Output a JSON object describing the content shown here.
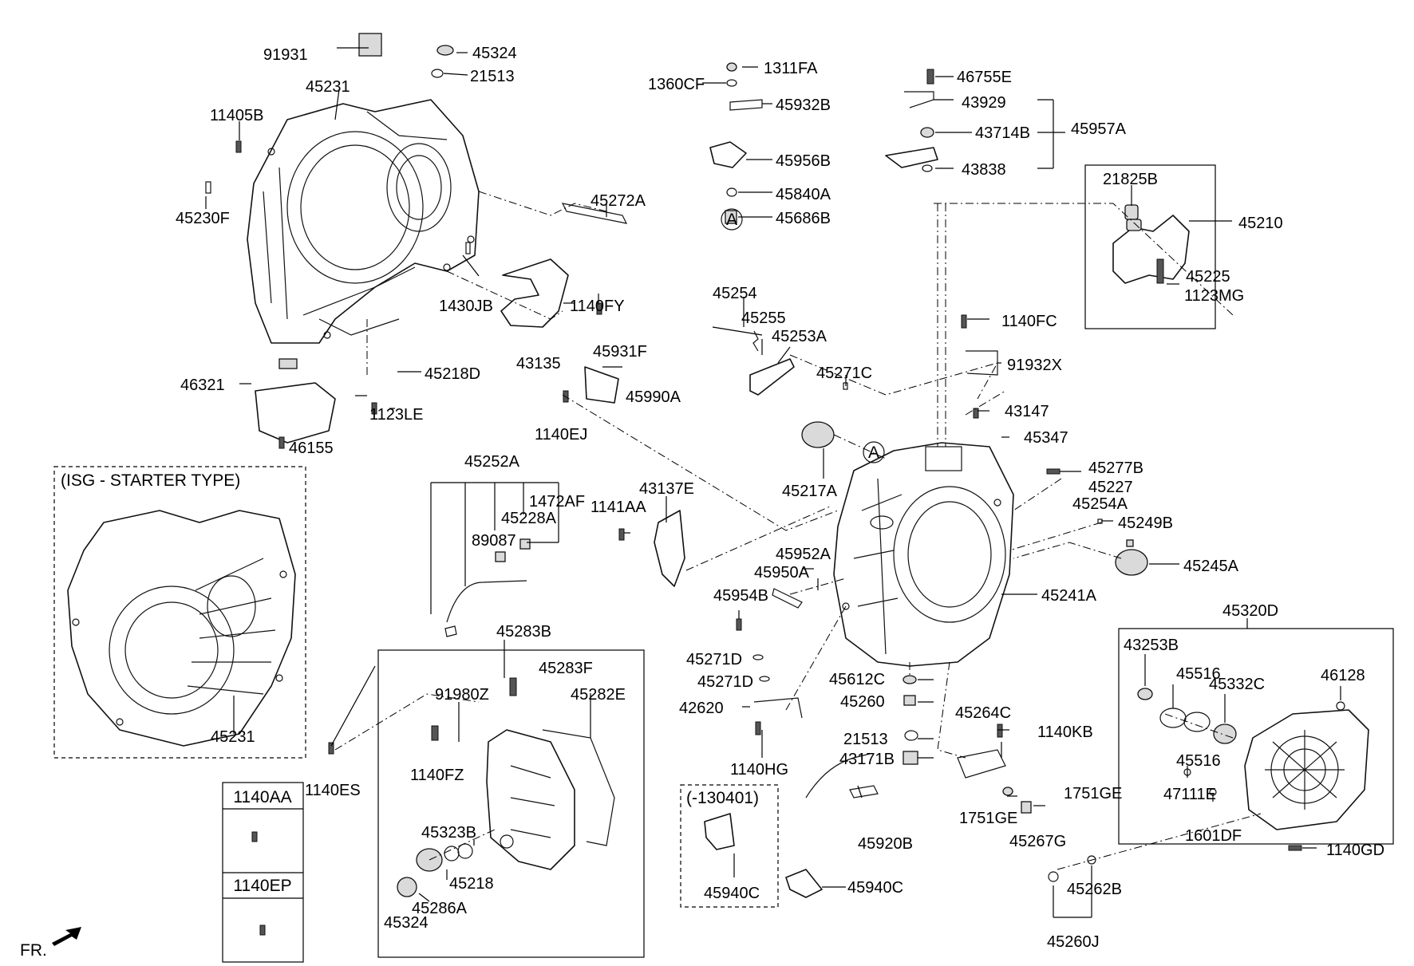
{
  "diagram": {
    "parts": [
      {
        "id": "91931",
        "label": "91931"
      },
      {
        "id": "45324-top",
        "label": "45324"
      },
      {
        "id": "21513-top",
        "label": "21513"
      },
      {
        "id": "45231-main",
        "label": "45231"
      },
      {
        "id": "11405B",
        "label": "11405B"
      },
      {
        "id": "45230F",
        "label": "45230F"
      },
      {
        "id": "45272A",
        "label": "45272A"
      },
      {
        "id": "1430JB",
        "label": "1430JB"
      },
      {
        "id": "1140FY",
        "label": "1140FY"
      },
      {
        "id": "43135",
        "label": "43135"
      },
      {
        "id": "45931F",
        "label": "45931F"
      },
      {
        "id": "46321",
        "label": "46321"
      },
      {
        "id": "45218D",
        "label": "45218D"
      },
      {
        "id": "1123LE",
        "label": "1123LE"
      },
      {
        "id": "45990A",
        "label": "45990A"
      },
      {
        "id": "1140EJ",
        "label": "1140EJ"
      },
      {
        "id": "46155",
        "label": "46155"
      },
      {
        "id": "1311FA",
        "label": "1311FA"
      },
      {
        "id": "1360CF",
        "label": "1360CF"
      },
      {
        "id": "45932B",
        "label": "45932B"
      },
      {
        "id": "45956B",
        "label": "45956B"
      },
      {
        "id": "45840A",
        "label": "45840A"
      },
      {
        "id": "45686B",
        "label": "45686B"
      },
      {
        "id": "46755E",
        "label": "46755E"
      },
      {
        "id": "43929",
        "label": "43929"
      },
      {
        "id": "43714B",
        "label": "43714B"
      },
      {
        "id": "45957A",
        "label": "45957A"
      },
      {
        "id": "43838",
        "label": "43838"
      },
      {
        "id": "21825B",
        "label": "21825B"
      },
      {
        "id": "45210",
        "label": "45210"
      },
      {
        "id": "45225",
        "label": "45225"
      },
      {
        "id": "1123MG",
        "label": "1123MG"
      },
      {
        "id": "45254",
        "label": "45254"
      },
      {
        "id": "45255",
        "label": "45255"
      },
      {
        "id": "45253A",
        "label": "45253A"
      },
      {
        "id": "45271C",
        "label": "45271C"
      },
      {
        "id": "1140FC",
        "label": "1140FC"
      },
      {
        "id": "91932X",
        "label": "91932X"
      },
      {
        "id": "43147",
        "label": "43147"
      },
      {
        "id": "45347",
        "label": "45347"
      },
      {
        "id": "45217A",
        "label": "45217A"
      },
      {
        "id": "45277B",
        "label": "45277B"
      },
      {
        "id": "45227",
        "label": "45227"
      },
      {
        "id": "45254A",
        "label": "45254A"
      },
      {
        "id": "45249B",
        "label": "45249B"
      },
      {
        "id": "45245A",
        "label": "45245A"
      },
      {
        "id": "45241A",
        "label": "45241A"
      },
      {
        "id": "45252A",
        "label": "45252A"
      },
      {
        "id": "1472AF",
        "label": "1472AF"
      },
      {
        "id": "1141AA",
        "label": "1141AA"
      },
      {
        "id": "43137E",
        "label": "43137E"
      },
      {
        "id": "45228A",
        "label": "45228A"
      },
      {
        "id": "89087",
        "label": "89087"
      },
      {
        "id": "45952A",
        "label": "45952A"
      },
      {
        "id": "45950A",
        "label": "45950A"
      },
      {
        "id": "45954B",
        "label": "45954B"
      },
      {
        "id": "45231-isg",
        "label": "45231"
      },
      {
        "id": "45283B",
        "label": "45283B"
      },
      {
        "id": "45283F",
        "label": "45283F"
      },
      {
        "id": "91980Z",
        "label": "91980Z"
      },
      {
        "id": "45282E",
        "label": "45282E"
      },
      {
        "id": "1140FZ",
        "label": "1140FZ"
      },
      {
        "id": "1140ES",
        "label": "1140ES"
      },
      {
        "id": "45323B",
        "label": "45323B"
      },
      {
        "id": "45218",
        "label": "45218"
      },
      {
        "id": "45286A",
        "label": "45286A"
      },
      {
        "id": "45324-bottom",
        "label": "45324"
      },
      {
        "id": "45271D-1",
        "label": "45271D"
      },
      {
        "id": "45271D-2",
        "label": "45271D"
      },
      {
        "id": "42620",
        "label": "42620"
      },
      {
        "id": "1140HG",
        "label": "1140HG"
      },
      {
        "id": "45612C",
        "label": "45612C"
      },
      {
        "id": "45260",
        "label": "45260"
      },
      {
        "id": "21513-bottom",
        "label": "21513"
      },
      {
        "id": "43171B",
        "label": "43171B"
      },
      {
        "id": "45264C",
        "label": "45264C"
      },
      {
        "id": "1140KB",
        "label": "1140KB"
      },
      {
        "id": "1751GE-1",
        "label": "1751GE"
      },
      {
        "id": "1751GE-2",
        "label": "1751GE"
      },
      {
        "id": "45267G",
        "label": "45267G"
      },
      {
        "id": "45920B",
        "label": "45920B"
      },
      {
        "id": "45940C-1",
        "label": "45940C"
      },
      {
        "id": "45940C-2",
        "label": "45940C"
      },
      {
        "id": "45262B",
        "label": "45262B"
      },
      {
        "id": "45260J",
        "label": "45260J"
      },
      {
        "id": "45320D",
        "label": "45320D"
      },
      {
        "id": "43253B",
        "label": "43253B"
      },
      {
        "id": "45516-1",
        "label": "45516"
      },
      {
        "id": "45332C",
        "label": "45332C"
      },
      {
        "id": "46128",
        "label": "46128"
      },
      {
        "id": "45516-2",
        "label": "45516"
      },
      {
        "id": "47111E",
        "label": "47111E"
      },
      {
        "id": "1601DF",
        "label": "1601DF"
      },
      {
        "id": "1140GD",
        "label": "1140GD"
      }
    ],
    "refs": {
      "a_top": "A",
      "a_bottom": "A"
    },
    "notes": {
      "isg": "(ISG - STARTER TYPE)",
      "code": "(-130401)",
      "table_row1": "1140AA",
      "table_row2": "1140EP",
      "direction": "FR."
    }
  }
}
